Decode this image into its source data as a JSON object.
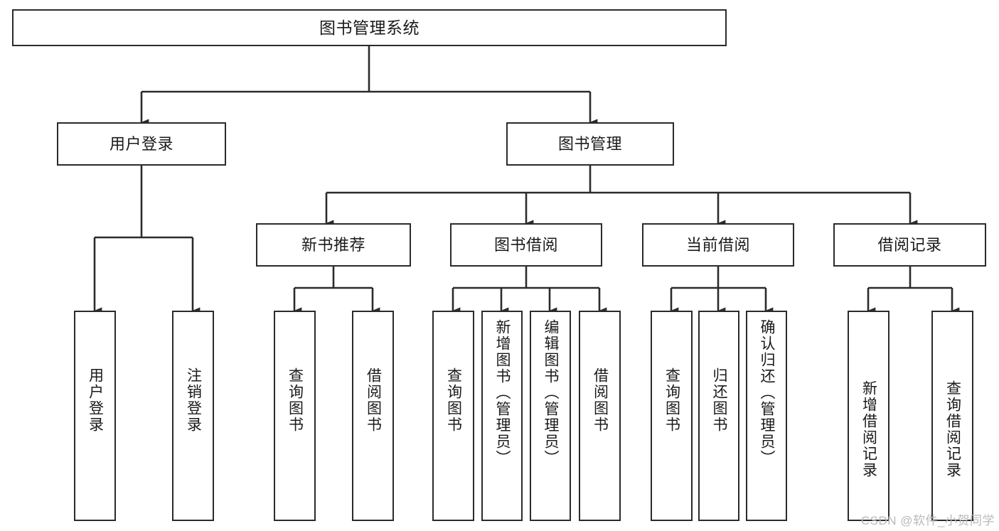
{
  "diagram": {
    "title": "图书管理系统",
    "watermark": "CSDN @软件_小贺同学",
    "edge_color": "#2b2b2b",
    "box_border_color": "#2b2b2b",
    "background": "#ffffff",
    "levels": {
      "root": {
        "label": "图书管理系统"
      },
      "level2": [
        {
          "label": "用户登录"
        },
        {
          "label": "图书管理"
        }
      ],
      "level3": [
        {
          "label": "新书推荐"
        },
        {
          "label": "图书借阅"
        },
        {
          "label": "当前借阅"
        },
        {
          "label": "借阅记录"
        }
      ],
      "leaves": {
        "user_login": [
          {
            "label": "用户登录"
          },
          {
            "label": "注销登录"
          }
        ],
        "new_book_recommend": [
          {
            "label": "查询图书"
          },
          {
            "label": "借阅图书"
          }
        ],
        "book_borrow": [
          {
            "label": "查询图书"
          },
          {
            "label": "新增图书（管理员）"
          },
          {
            "label": "编辑图书（管理员）"
          },
          {
            "label": "借阅图书"
          }
        ],
        "current_borrow": [
          {
            "label": "查询图书"
          },
          {
            "label": "归还图书"
          },
          {
            "label": "确认归还（管理员）"
          }
        ],
        "borrow_record": [
          {
            "label": "新增借阅记录"
          },
          {
            "label": "查询借阅记录"
          }
        ]
      }
    }
  }
}
